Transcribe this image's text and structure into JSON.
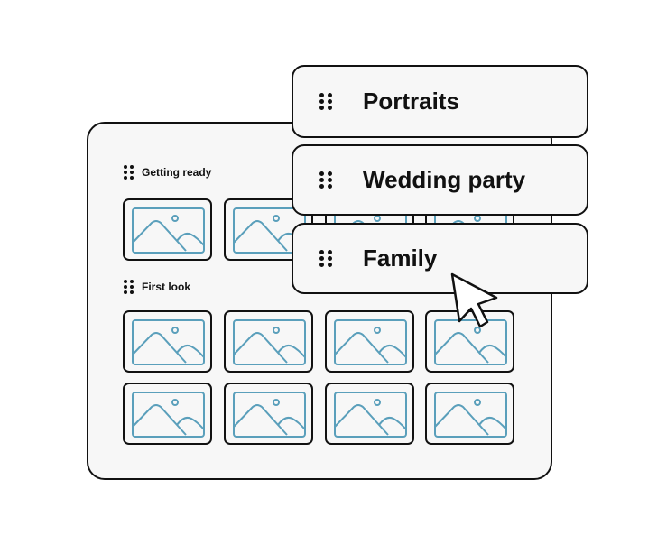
{
  "sections": [
    {
      "label": "Getting ready"
    },
    {
      "label": "First look"
    }
  ],
  "cards": [
    {
      "label": "Portraits"
    },
    {
      "label": "Wedding party"
    },
    {
      "label": "Family"
    }
  ],
  "colors": {
    "accent": "#5a9fbb",
    "outline": "#111111",
    "surface": "#f7f7f7"
  }
}
